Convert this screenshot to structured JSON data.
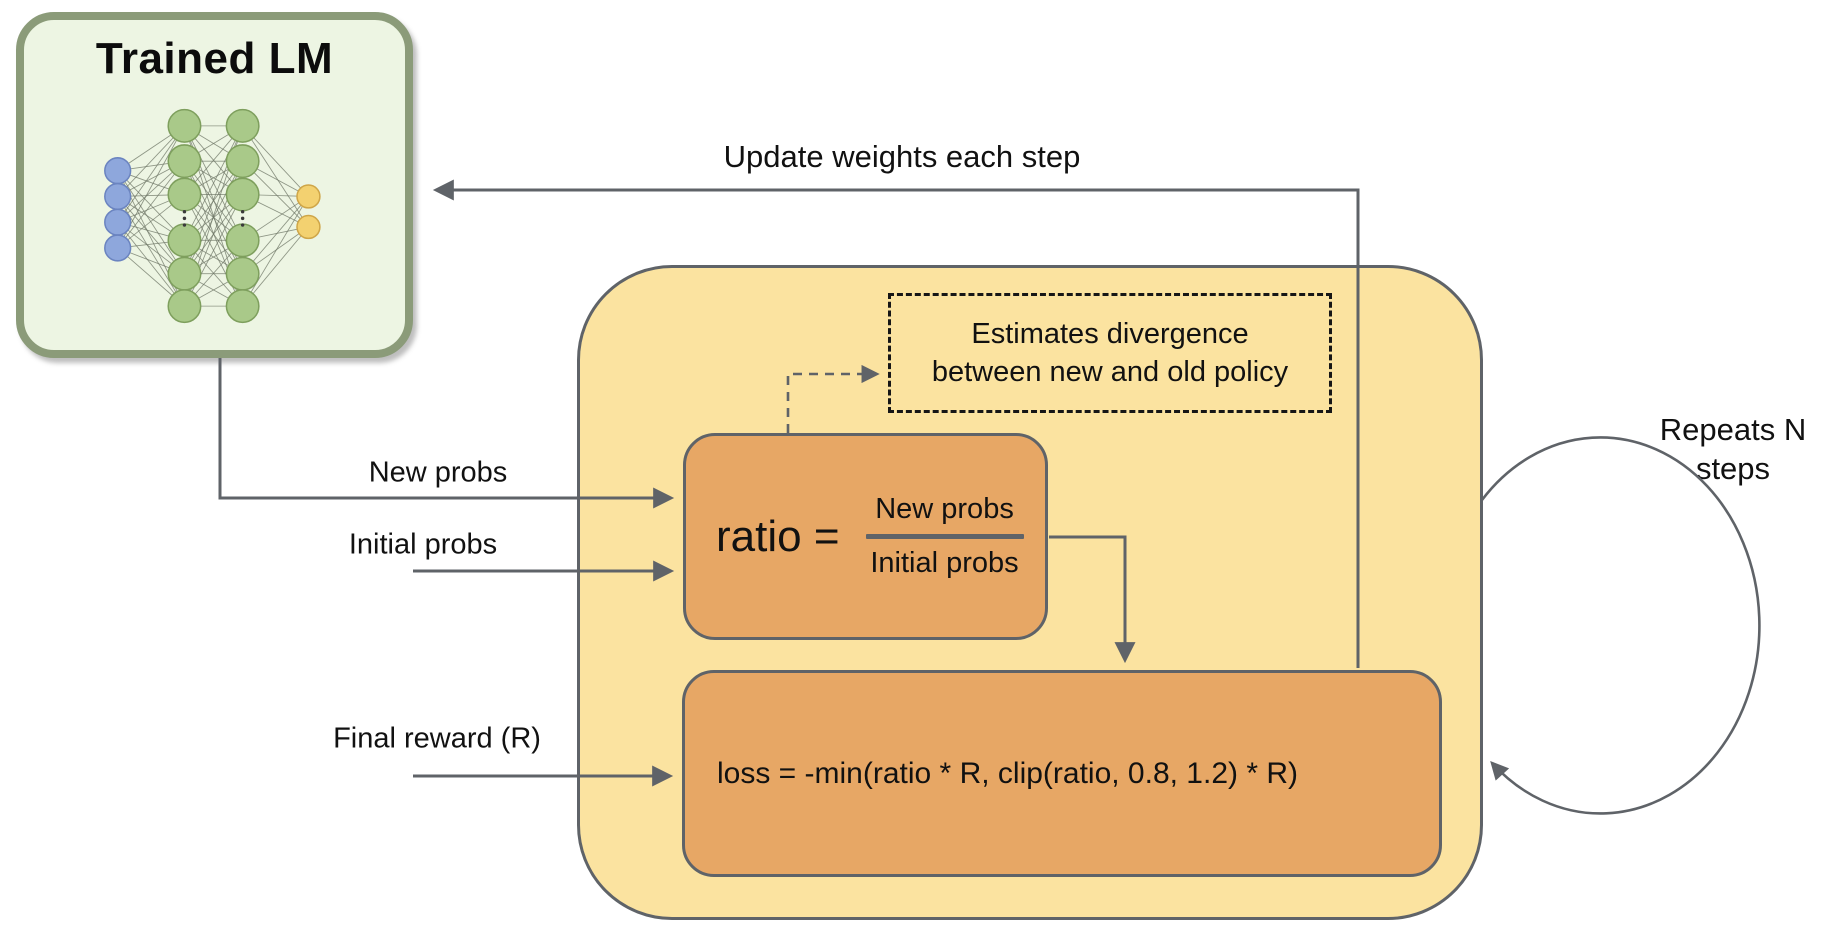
{
  "lm": {
    "title": "Trained LM"
  },
  "arrows": {
    "update_label": "Update weights each step"
  },
  "inputs": {
    "new_probs": "New probs",
    "initial_probs": "Initial probs",
    "final_reward": "Final reward (R)"
  },
  "divergence": {
    "line1": "Estimates divergence",
    "line2": "between new and old policy"
  },
  "ratio": {
    "lhs": "ratio =",
    "numerator": "New probs",
    "denominator": "Initial probs"
  },
  "loss": {
    "formula": "loss = -min(ratio * R, clip(ratio, 0.8, 1.2) * R)"
  },
  "repeat": {
    "line1": "Repeats N",
    "line2": "steps"
  },
  "colors": {
    "line": "#5f6368",
    "yellow": "#fbe3a0",
    "orange": "#e7a765",
    "lm_fill": "#edf5e3",
    "lm_border": "#8b9b79",
    "node_blue": "#8ea7dc",
    "node_green": "#a9c989",
    "node_yellow": "#f3d170"
  }
}
